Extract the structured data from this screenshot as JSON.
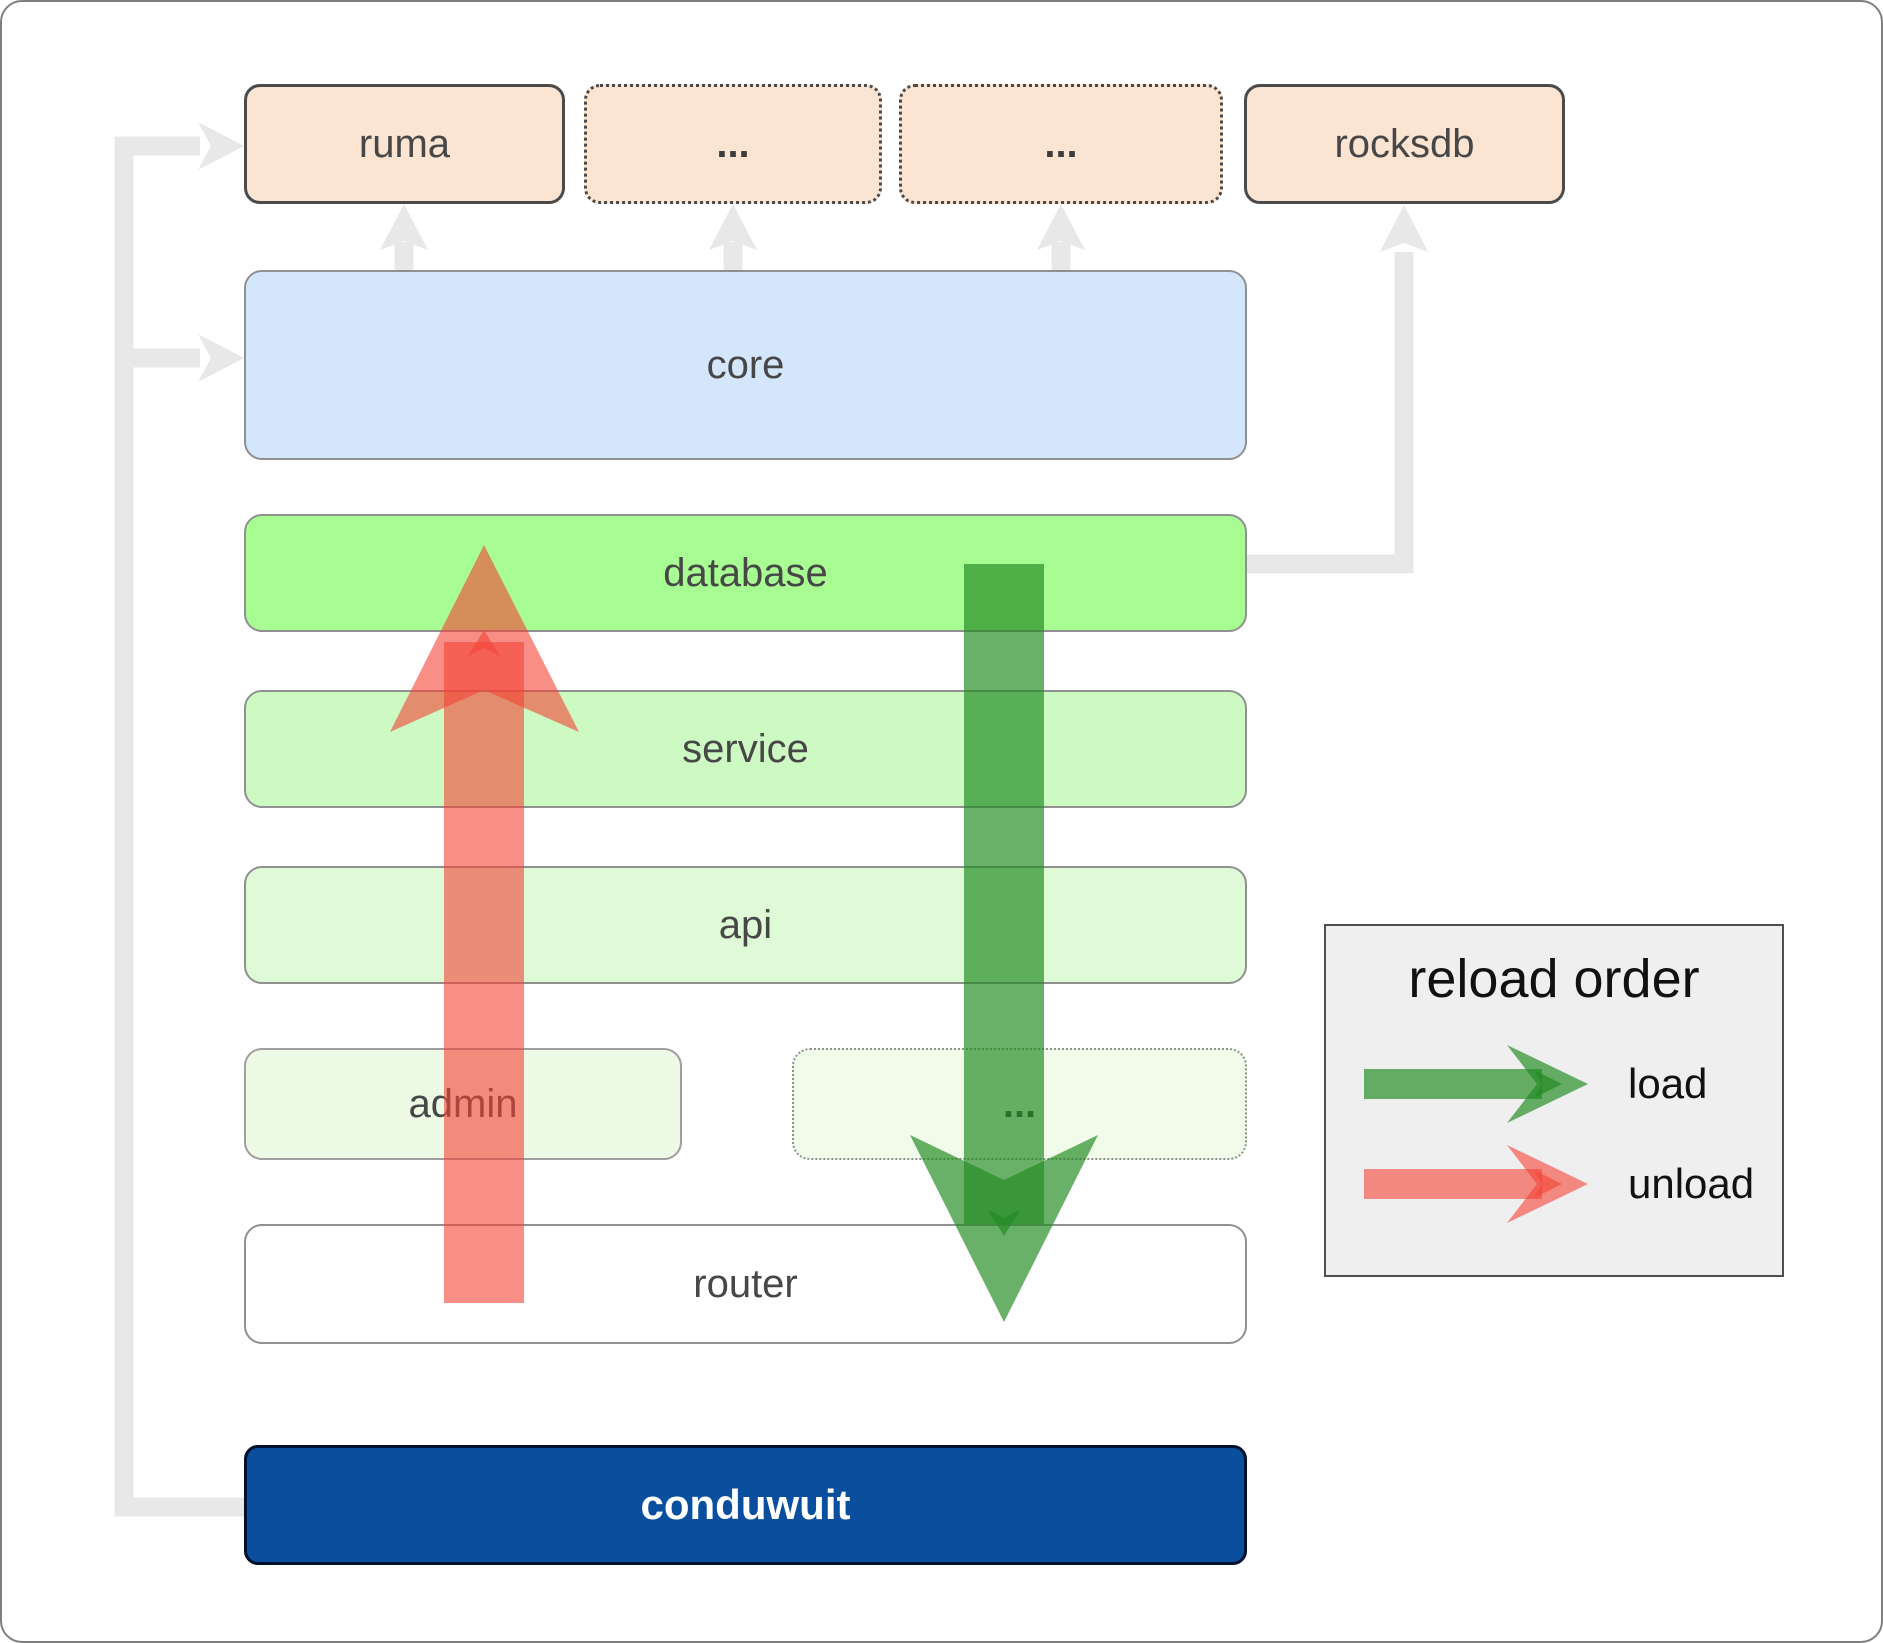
{
  "nodes": {
    "ruma": {
      "label": "ruma"
    },
    "ellipsis1": {
      "label": "..."
    },
    "ellipsis2": {
      "label": "..."
    },
    "rocksdb": {
      "label": "rocksdb"
    },
    "core": {
      "label": "core"
    },
    "database": {
      "label": "database"
    },
    "service": {
      "label": "service"
    },
    "api": {
      "label": "api"
    },
    "admin": {
      "label": "admin"
    },
    "ellipsis3": {
      "label": "..."
    },
    "router": {
      "label": "router"
    },
    "conduwuit": {
      "label": "conduwuit"
    }
  },
  "legend": {
    "title": "reload order",
    "items": [
      {
        "label": "load",
        "color": "#228b22"
      },
      {
        "label": "unload",
        "color": "#f44336"
      }
    ]
  },
  "colors": {
    "load_arrow": "#228b22",
    "unload_arrow": "#f44336",
    "connector_gray": "#e8e8e8",
    "node_peach": "#fce4d2",
    "node_blue": "#d3e6fb",
    "node_green_bright": "#a7fc92",
    "node_green_mid": "#cdfac3",
    "node_green_light": "#defad6",
    "node_green_faint": "#edfbe6",
    "node_white": "#ffffff",
    "node_navy": "#0a4f9e",
    "legend_bg": "#efefef"
  }
}
